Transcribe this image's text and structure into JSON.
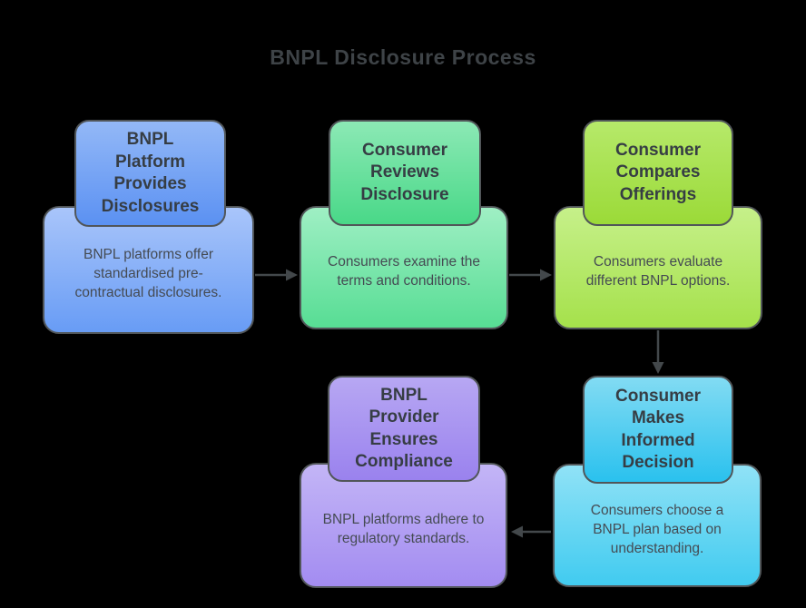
{
  "title": "BNPL Disclosure Process",
  "nodes": [
    {
      "id": "bnpl-platform-provides-disclosures",
      "title": "BNPL Platform Provides Disclosures",
      "description": "BNPL platforms offer standardised pre-contractual disclosures.",
      "theme": "blue"
    },
    {
      "id": "consumer-reviews-disclosure",
      "title": "Consumer Reviews Disclosure",
      "description": "Consumers examine the terms and conditions.",
      "theme": "green"
    },
    {
      "id": "consumer-compares-offerings",
      "title": "Consumer Compares Offerings",
      "description": "Consumers evaluate different BNPL options.",
      "theme": "lime"
    },
    {
      "id": "bnpl-provider-ensures-compliance",
      "title": "BNPL Provider Ensures Compliance",
      "description": "BNPL platforms adhere to regulatory standards.",
      "theme": "purple"
    },
    {
      "id": "consumer-makes-informed-decision",
      "title": "Consumer Makes Informed Decision",
      "description": "Consumers choose a BNPL plan based on understanding.",
      "theme": "cyan"
    }
  ],
  "connections": [
    {
      "from": "bnpl-platform-provides-disclosures",
      "to": "consumer-reviews-disclosure",
      "direction": "right"
    },
    {
      "from": "consumer-reviews-disclosure",
      "to": "consumer-compares-offerings",
      "direction": "right"
    },
    {
      "from": "consumer-compares-offerings",
      "to": "consumer-makes-informed-decision",
      "direction": "down"
    },
    {
      "from": "consumer-makes-informed-decision",
      "to": "bnpl-provider-ensures-compliance",
      "direction": "left"
    }
  ],
  "colors": {
    "background": "#000000",
    "title_text": "#3e4347",
    "node_title_text": "#363d44",
    "node_body_text": "#454b53",
    "border": "#515659",
    "arrow": "#43484b",
    "themes": {
      "blue": {
        "header_top": "#93b8f7",
        "header_bottom": "#5b91f2",
        "body_top": "#a9c5fa",
        "body_bottom": "#689cf5"
      },
      "green": {
        "header_top": "#8ce9b5",
        "header_bottom": "#49d888",
        "body_top": "#9fefc4",
        "body_bottom": "#57dd94"
      },
      "lime": {
        "header_top": "#b6e96a",
        "header_bottom": "#9bda38",
        "body_top": "#c6f08a",
        "body_bottom": "#a5e14b"
      },
      "purple": {
        "header_top": "#b7a7f3",
        "header_bottom": "#9a82ee",
        "body_top": "#c3b5f6",
        "body_bottom": "#a38cf1"
      },
      "cyan": {
        "header_top": "#82dbf3",
        "header_bottom": "#2ac1ee",
        "body_top": "#90e2f6",
        "body_bottom": "#41cbf0"
      }
    }
  }
}
